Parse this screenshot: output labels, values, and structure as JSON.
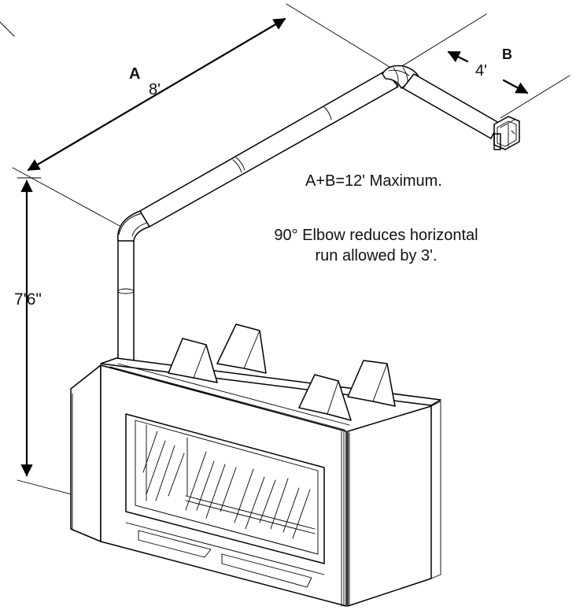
{
  "labels": {
    "section_a": "A",
    "length_a": "8'",
    "section_b": "B",
    "length_b": "4'",
    "height": "7'6\"",
    "max_note": "A+B=12' Maximum.",
    "elbow_note_line1": "90° Elbow reduces horizontal",
    "elbow_note_line2": "run allowed by 3'."
  },
  "colors": {
    "line": "#000000",
    "background": "#ffffff",
    "text": "#111111"
  }
}
